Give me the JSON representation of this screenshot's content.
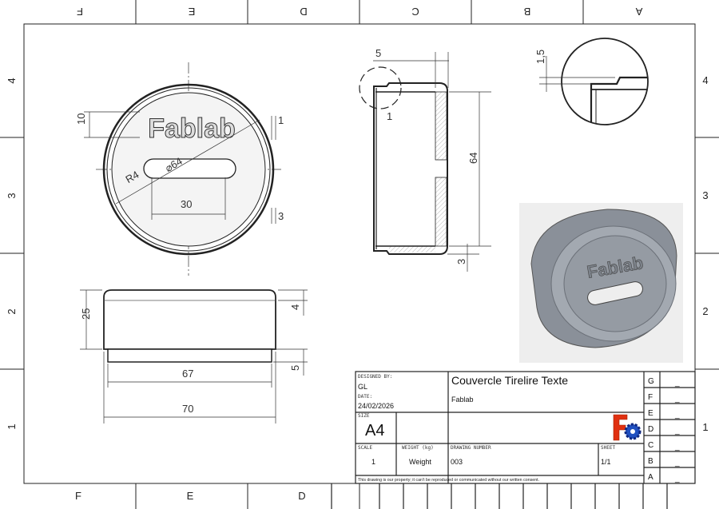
{
  "zones": {
    "columns": [
      "F",
      "E",
      "D",
      "C",
      "B",
      "A"
    ],
    "rows": [
      "4",
      "3",
      "2",
      "1"
    ]
  },
  "front_view": {
    "label_text": "Fablab",
    "dim_diameter": "⌀64",
    "dim_radius": "R4",
    "dim_slot": "30",
    "dim_text_height": "10",
    "dim_text_depth": "1",
    "dim_rim": "3"
  },
  "side_view": {
    "dim_height": "25",
    "dim_top": "4",
    "dim_step": "5",
    "dim_inner": "67",
    "dim_outer": "70"
  },
  "section_view": {
    "dim_detail_width": "5",
    "detail_label": "1",
    "dim_height": "64",
    "dim_bottom": "3"
  },
  "detail_view": {
    "dim_step": "1,5"
  },
  "render_3d": {
    "label_text": "Fablab"
  },
  "title_block": {
    "designed_by_label": "DESIGNED BY:",
    "designed_by": "GL",
    "date_label": "DATE:",
    "date": "24/02/2026",
    "title": "Couvercle Tirelire Texte",
    "subtitle": "Fablab",
    "size_label": "SIZE",
    "size": "A4",
    "scale_label": "SCALE",
    "scale": "1",
    "weight_label": "WEIGHT (kg)",
    "weight": "Weight",
    "drawing_number_label": "DRAWING NUMBER",
    "drawing_number": "003",
    "sheet_label": "SHEET",
    "sheet": "1/1",
    "disclaimer": "This drawing is our property; it can't be reproduced or communicated without our written consent.",
    "revisions": [
      {
        "letter": "G",
        "value": "_"
      },
      {
        "letter": "F",
        "value": "_"
      },
      {
        "letter": "E",
        "value": "_"
      },
      {
        "letter": "D",
        "value": "_"
      },
      {
        "letter": "C",
        "value": "_"
      },
      {
        "letter": "B",
        "value": "_"
      },
      {
        "letter": "A",
        "value": "_"
      }
    ]
  },
  "colors": {
    "line": "#222222",
    "render_bg": "#eeeeee",
    "part": "#8a9099",
    "logo_red": "#e03010",
    "logo_blue": "#2050c0"
  }
}
